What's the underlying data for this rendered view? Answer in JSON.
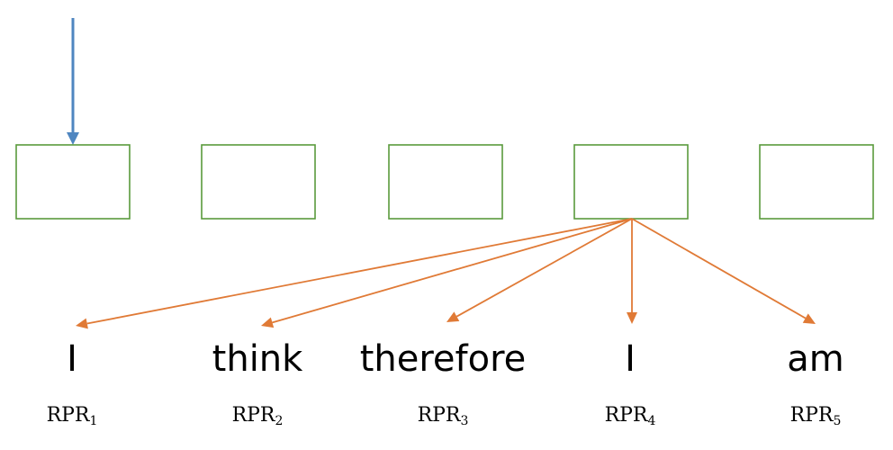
{
  "colors": {
    "box_border": "#5a9a3c",
    "input_arrow": "#4f86c0",
    "attention_arrow": "#e07a36",
    "text": "#000000"
  },
  "input_arrow": {
    "target_box": 0
  },
  "boxes": [
    {
      "name": "box-1"
    },
    {
      "name": "box-2"
    },
    {
      "name": "box-3"
    },
    {
      "name": "box-4"
    },
    {
      "name": "box-5"
    }
  ],
  "attention_source_box": 3,
  "words": [
    {
      "text": "I",
      "label": "RPR",
      "sub": "1"
    },
    {
      "text": "think",
      "label": "RPR",
      "sub": "2"
    },
    {
      "text": "therefore",
      "label": "RPR",
      "sub": "3"
    },
    {
      "text": "I",
      "label": "RPR",
      "sub": "4"
    },
    {
      "text": "am",
      "label": "RPR",
      "sub": "5"
    }
  ]
}
